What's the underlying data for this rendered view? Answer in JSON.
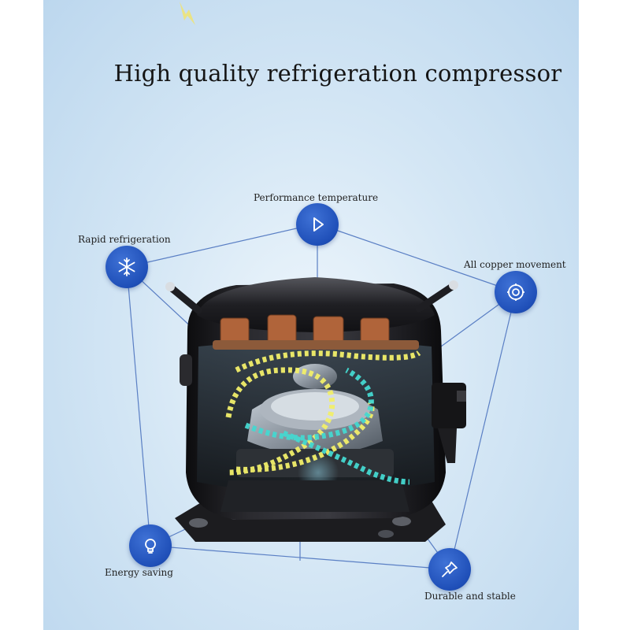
{
  "title": "High quality refrigeration compressor",
  "features": {
    "performance": "Performance temperature",
    "rapid": "Rapid refrigeration",
    "copper": "All copper movement",
    "energy": "Energy saving",
    "durable": "Durable and stable"
  },
  "icons": {
    "performance": "play-icon",
    "rapid": "snowflake-icon",
    "copper": "gear-icon",
    "energy": "lightbulb-icon",
    "durable": "pushpin-icon"
  },
  "colors": {
    "background": "#cfe3f3",
    "node": "#2454bf",
    "line": "#5a7fc4",
    "compressor": "#1a1a1d",
    "copper": "#b0643a",
    "arrow_yellow": "#f2ef6a",
    "arrow_cyan": "#45d8d0"
  }
}
